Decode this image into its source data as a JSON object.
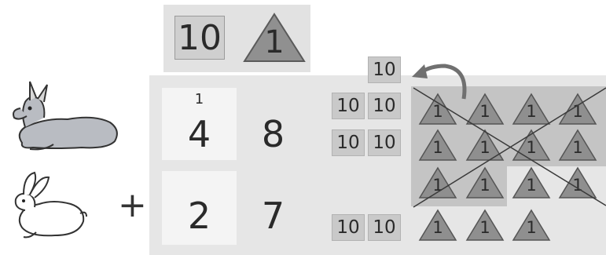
{
  "header": {
    "tens_label": "10",
    "ones_label": "1"
  },
  "problem": {
    "carry": "1",
    "top_tens": "4",
    "top_ones": "8",
    "plus": "+",
    "bottom_tens": "2",
    "bottom_ones": "7"
  },
  "chips": {
    "carried_ten": "10",
    "row1": [
      "10",
      "10"
    ],
    "row2": [
      "10",
      "10"
    ],
    "row3": [
      "10",
      "10"
    ]
  },
  "ones_grid": {
    "row1": [
      "1",
      "1",
      "1",
      "1"
    ],
    "row2": [
      "1",
      "1",
      "1",
      "1"
    ],
    "row3": [
      "1",
      "1",
      "1",
      "1"
    ],
    "row4": [
      "1",
      "1",
      "1"
    ]
  },
  "colors": {
    "triangle_fill": "#8f8f8f",
    "triangle_stroke": "#555555",
    "chip_fill": "#c9c9c9",
    "panel_fill": "#e6e6e6"
  }
}
